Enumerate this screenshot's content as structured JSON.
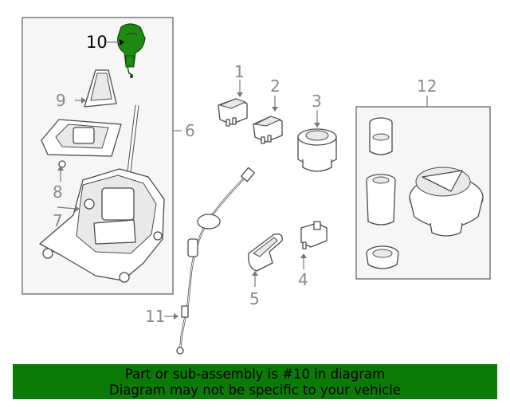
{
  "callouts": {
    "c1": "1",
    "c2": "2",
    "c3": "3",
    "c4": "4",
    "c5": "5",
    "c6": "6",
    "c7": "7",
    "c8": "8",
    "c9": "9",
    "c10": "10",
    "c11": "11",
    "c12": "12"
  },
  "highlight": {
    "part_number": "10",
    "color": "#0b7a06"
  },
  "footer": {
    "line1": "Part or sub-assembly is #10 in diagram",
    "line2": "Diagram may not be specific to your vehicle",
    "bg_color": "#0b7a06"
  }
}
